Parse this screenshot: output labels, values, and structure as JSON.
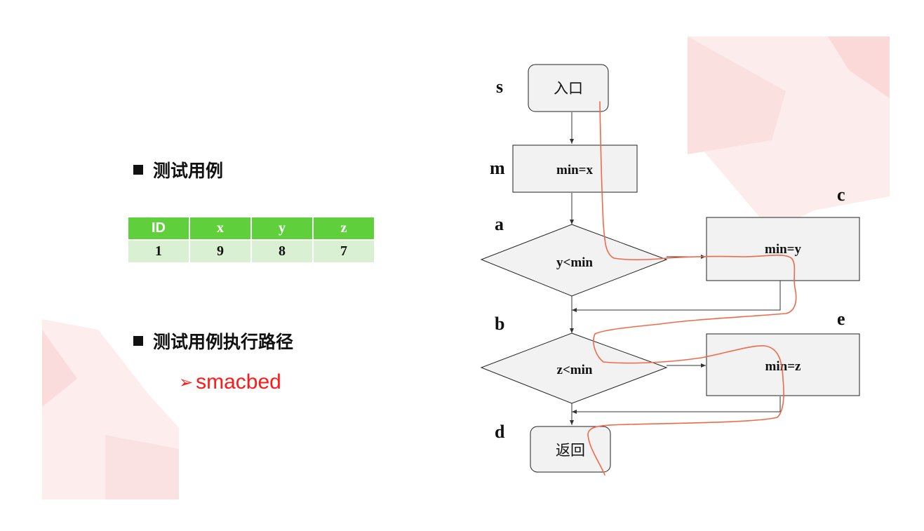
{
  "left": {
    "bullet1": "测试用例",
    "table": {
      "headers": [
        "ID",
        "x",
        "y",
        "z"
      ],
      "row": [
        "1",
        "9",
        "8",
        "7"
      ]
    },
    "bullet2": "测试用例执行路径",
    "path_value": "smacbed"
  },
  "flowchart": {
    "nodes": {
      "s": {
        "label": "s",
        "text": "入口"
      },
      "m": {
        "label": "m",
        "text": "min=x"
      },
      "a": {
        "label": "a",
        "text": "y<min"
      },
      "c": {
        "label": "c",
        "text": "min=y"
      },
      "b": {
        "label": "b",
        "text": "z<min"
      },
      "e": {
        "label": "e",
        "text": "min=z"
      },
      "d": {
        "label": "d",
        "text": "返回"
      }
    }
  },
  "colors": {
    "accent_red": "#ff1a1a",
    "header_green": "#5fcf3c",
    "row_green": "#d9f1d2",
    "node_fill": "#f2f2f2",
    "annotation_red": "#f06a4a",
    "decor_pink": "#fbe3e3"
  }
}
